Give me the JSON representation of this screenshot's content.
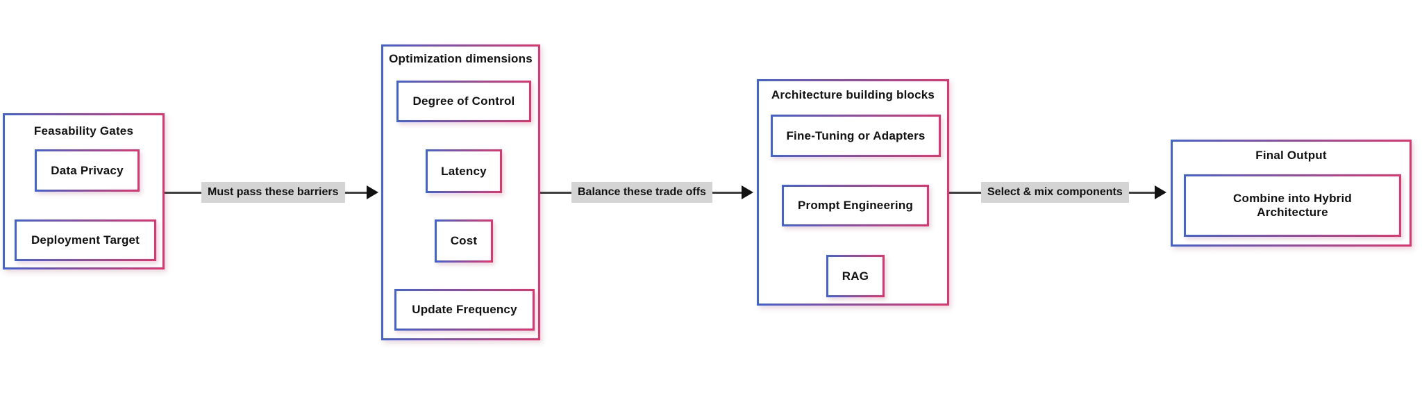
{
  "diagram": {
    "groups": [
      {
        "title": "Feasability Gates",
        "items": [
          "Data Privacy",
          "Deployment Target"
        ]
      },
      {
        "title": "Optimization dimensions",
        "items": [
          "Degree of Control",
          "Latency",
          "Cost",
          "Update Frequency"
        ]
      },
      {
        "title": "Architecture building blocks",
        "items": [
          "Fine-Tuning or Adapters",
          "Prompt Engineering",
          "RAG"
        ]
      },
      {
        "title": "Final Output",
        "items": [
          "Combine into Hybrid Architecture"
        ]
      }
    ],
    "connectors": [
      {
        "label": "Must pass these barriers"
      },
      {
        "label": "Balance these trade offs"
      },
      {
        "label": "Select & mix components"
      }
    ],
    "colors": {
      "border_gradient_start": "#4262d8",
      "border_gradient_end": "#e6326e",
      "arrow_line": "#3d3d3d",
      "arrowhead": "#111111",
      "connector_label_bg": "#d4d4d4",
      "text": "#111111",
      "background": "#ffffff"
    }
  }
}
